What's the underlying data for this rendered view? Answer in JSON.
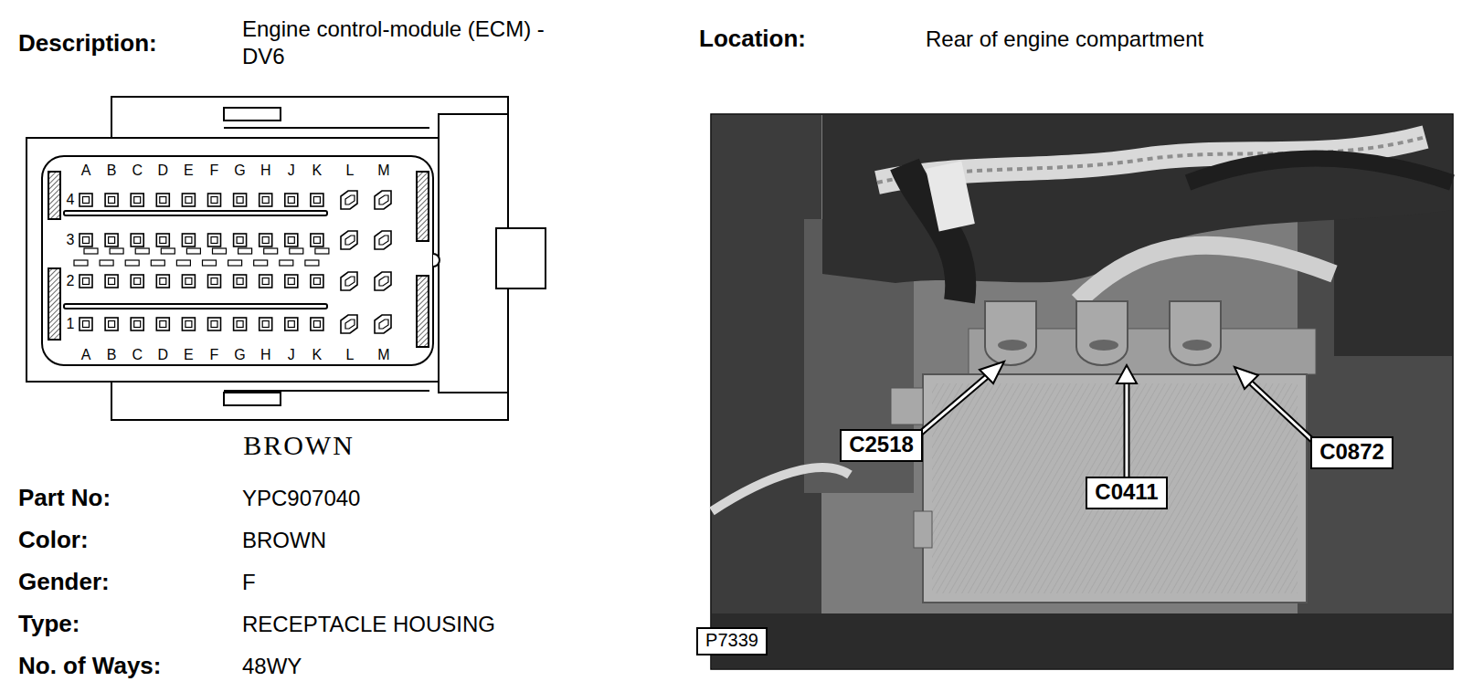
{
  "diagram": {
    "nodes": [
      {
        "text": [
          "C2518"
        ]
      },
      {
        "text": [
          "C0411"
        ]
      },
      {
        "text": [
          "C0872"
        ]
      },
      {
        "text": [
          "P7339"
        ]
      }
    ],
    "labels": [
      "Description:",
      "Engine control-module (ECM) - DV6",
      "Location:",
      "Rear of engine compartment",
      "A",
      "B",
      "C",
      "D",
      "E",
      "F",
      "G",
      "H",
      "J",
      "K",
      "L",
      "M",
      "4",
      "3",
      "2",
      "1",
      "A",
      "B",
      "C",
      "D",
      "E",
      "F",
      "G",
      "H",
      "J",
      "K",
      "L",
      "M",
      "BROWN",
      "Part No:",
      "YPC907040",
      "Color:",
      "BROWN",
      "Gender:",
      "F",
      "Type:",
      "RECEPTACLE HOUSING",
      "No. of Ways:",
      "48WY"
    ]
  }
}
